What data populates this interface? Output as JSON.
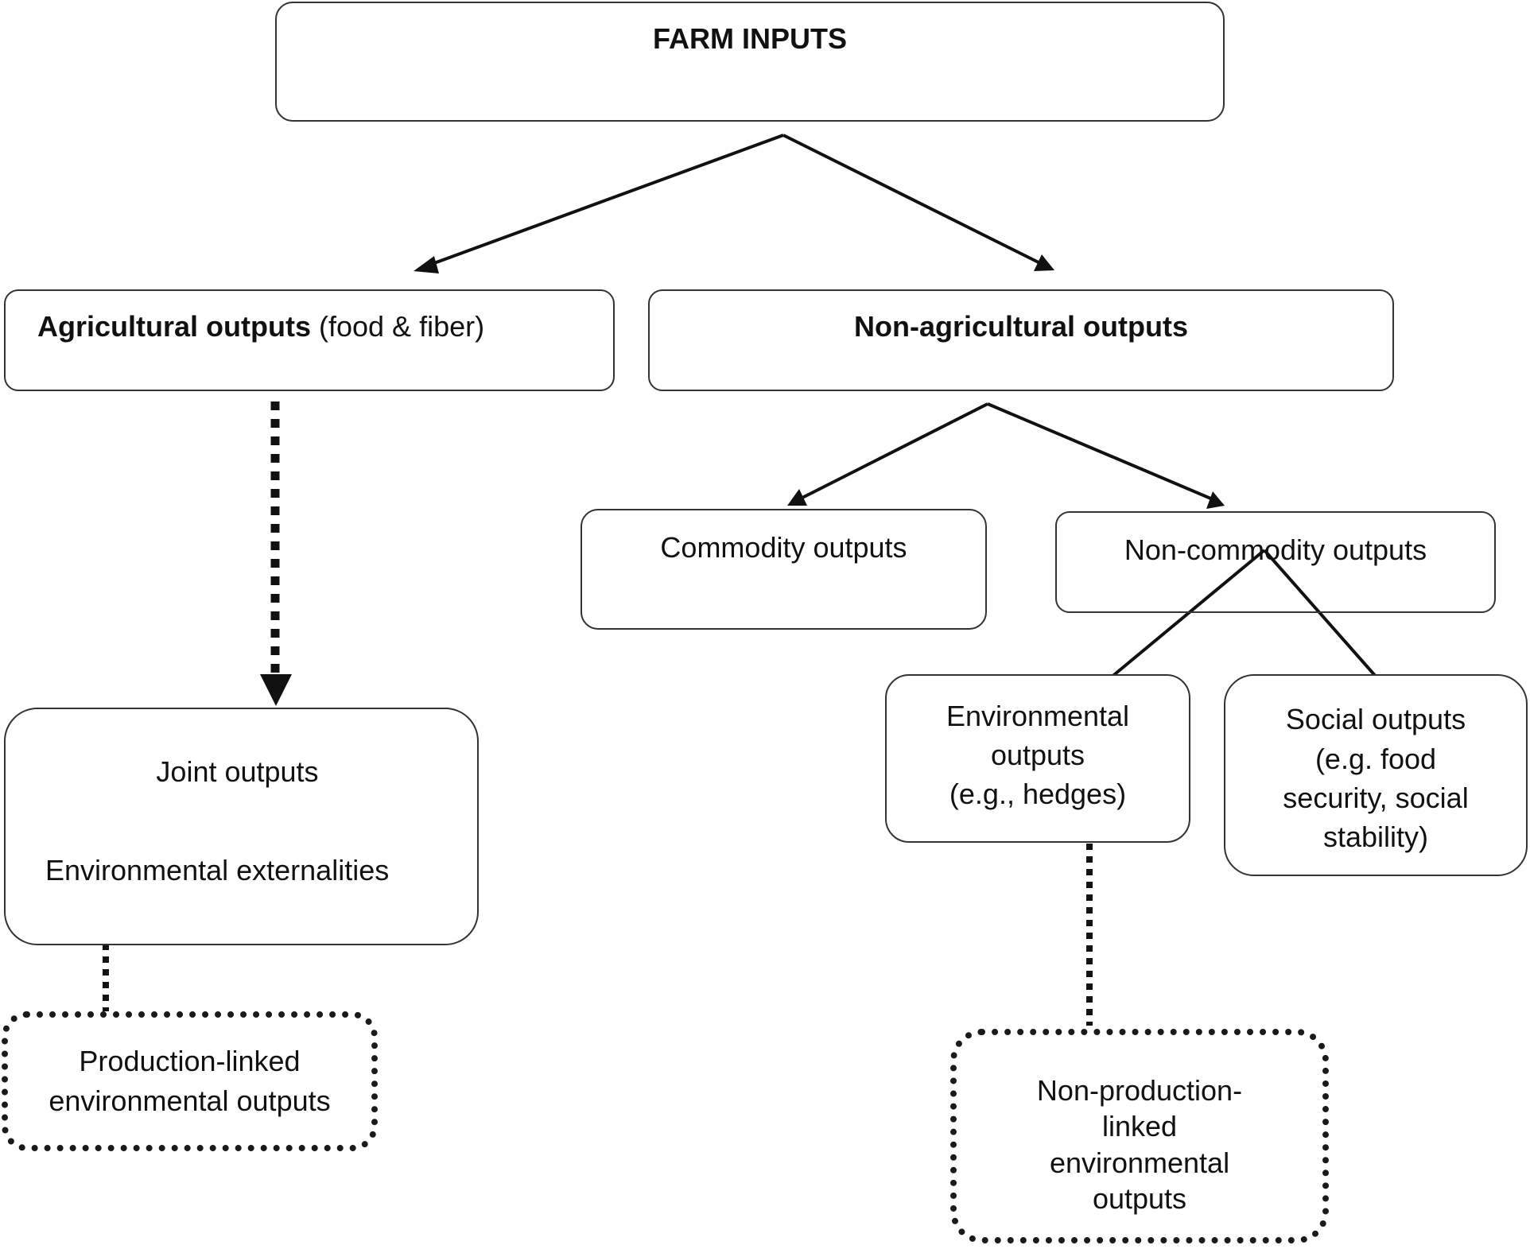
{
  "diagram": {
    "farm_inputs": "FARM INPUTS",
    "agricultural": {
      "bold": "Agricultural outputs",
      "rest": " (food & fiber)"
    },
    "non_agricultural": "Non-agricultural outputs",
    "commodity": "Commodity outputs",
    "non_commodity": "Non-commodity outputs",
    "joint": {
      "line1": "Joint outputs",
      "line2": "Environmental externalities"
    },
    "environmental": {
      "line1": "Environmental",
      "line2": "outputs",
      "line3": "(e.g., hedges)"
    },
    "social": {
      "line1": "Social outputs",
      "line2": "(e.g. food",
      "line3": "security, social",
      "line4": "stability)"
    },
    "production_linked": {
      "line1": "Production-linked",
      "line2": "environmental outputs"
    },
    "non_production_linked": {
      "line1": "Non-production-",
      "line2": "linked",
      "line3": "environmental",
      "line4": "outputs"
    }
  }
}
